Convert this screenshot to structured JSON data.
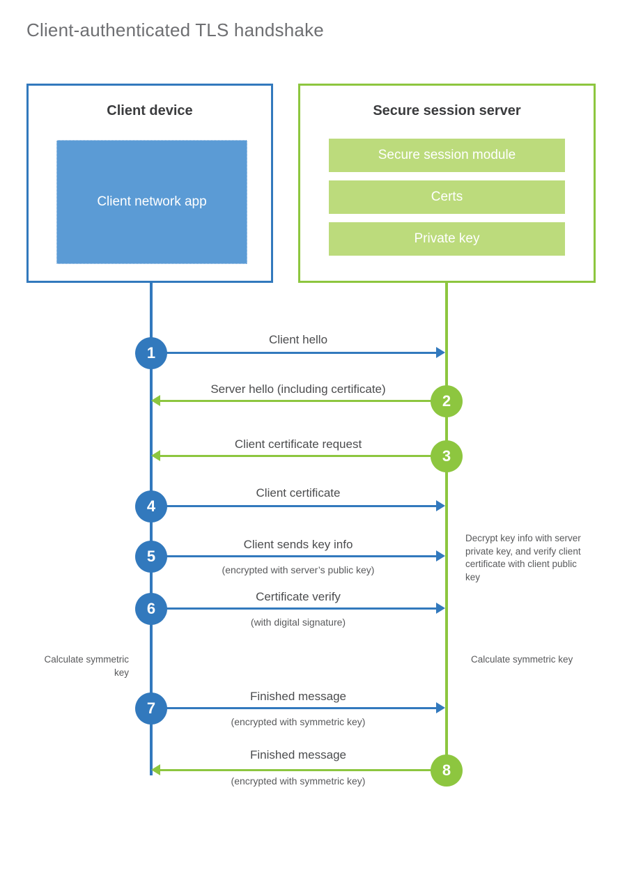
{
  "title": "Client-authenticated TLS handshake",
  "colors": {
    "client_blue": "#3279bd",
    "client_app_fill": "#5b9bd5",
    "server_green": "#8dc63f",
    "server_module_fill": "#bcdb7c",
    "text_gray": "#58595b",
    "title_gray": "#6e6f72",
    "background": "#ffffff"
  },
  "client": {
    "title": "Client device",
    "app_label": "Client network app"
  },
  "server": {
    "title": "Secure session server",
    "modules": [
      {
        "label": "Secure session module"
      },
      {
        "label": "Certs"
      },
      {
        "label": "Private key"
      }
    ]
  },
  "messages": [
    {
      "step": "1",
      "label": "Client hello",
      "sublabel": "",
      "direction": "client-to-server",
      "color": "blue"
    },
    {
      "step": "2",
      "label": "Server hello (including certificate)",
      "sublabel": "",
      "direction": "server-to-client",
      "color": "green"
    },
    {
      "step": "3",
      "label": "Client certificate request",
      "sublabel": "",
      "direction": "server-to-client",
      "color": "green"
    },
    {
      "step": "4",
      "label": "Client certificate",
      "sublabel": "",
      "direction": "client-to-server",
      "color": "blue"
    },
    {
      "step": "5",
      "label": "Client sends key info",
      "sublabel": "(encrypted with server’s public key)",
      "direction": "client-to-server",
      "color": "blue"
    },
    {
      "step": "6",
      "label": "Certificate verify",
      "sublabel": "(with digital signature)",
      "direction": "client-to-server",
      "color": "blue"
    },
    {
      "step": "7",
      "label": "Finished message",
      "sublabel": "(encrypted with symmetric key)",
      "direction": "client-to-server",
      "color": "blue"
    },
    {
      "step": "8",
      "label": "Finished message",
      "sublabel": "(encrypted with symmetric key)",
      "direction": "server-to-client",
      "color": "green"
    }
  ],
  "annotations": {
    "server_decrypt_note": "Decrypt key info with server private key, and verify client certificate with client public key",
    "client_calculate_note": "Calculate symmetric key",
    "server_calculate_note": "Calculate symmetric key"
  }
}
